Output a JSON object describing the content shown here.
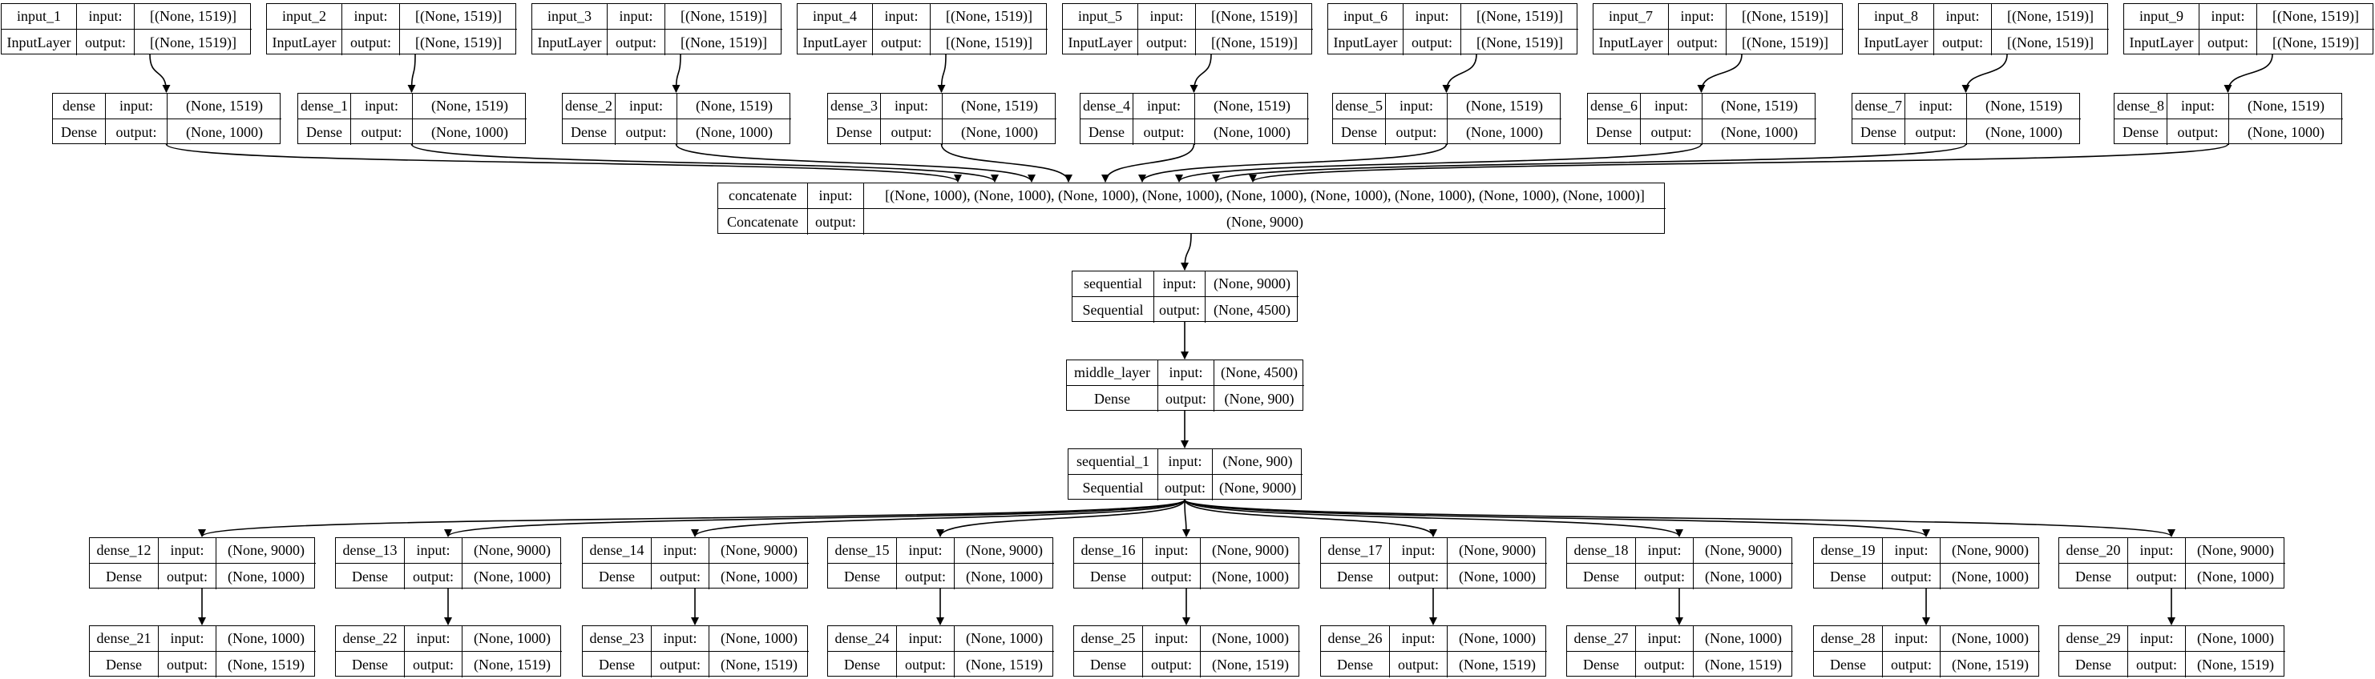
{
  "colors": {
    "background": "#ffffff",
    "stroke": "#000000"
  },
  "row_labels": {
    "input": "input:",
    "output": "output:"
  },
  "nodes": [
    {
      "id": "input_1",
      "name": "input_1",
      "type": "InputLayer",
      "input": "[(None, 1519)]",
      "output": "[(None, 1519)]"
    },
    {
      "id": "input_2",
      "name": "input_2",
      "type": "InputLayer",
      "input": "[(None, 1519)]",
      "output": "[(None, 1519)]"
    },
    {
      "id": "input_3",
      "name": "input_3",
      "type": "InputLayer",
      "input": "[(None, 1519)]",
      "output": "[(None, 1519)]"
    },
    {
      "id": "input_4",
      "name": "input_4",
      "type": "InputLayer",
      "input": "[(None, 1519)]",
      "output": "[(None, 1519)]"
    },
    {
      "id": "input_5",
      "name": "input_5",
      "type": "InputLayer",
      "input": "[(None, 1519)]",
      "output": "[(None, 1519)]"
    },
    {
      "id": "input_6",
      "name": "input_6",
      "type": "InputLayer",
      "input": "[(None, 1519)]",
      "output": "[(None, 1519)]"
    },
    {
      "id": "input_7",
      "name": "input_7",
      "type": "InputLayer",
      "input": "[(None, 1519)]",
      "output": "[(None, 1519)]"
    },
    {
      "id": "input_8",
      "name": "input_8",
      "type": "InputLayer",
      "input": "[(None, 1519)]",
      "output": "[(None, 1519)]"
    },
    {
      "id": "input_9",
      "name": "input_9",
      "type": "InputLayer",
      "input": "[(None, 1519)]",
      "output": "[(None, 1519)]"
    },
    {
      "id": "dense",
      "name": "dense",
      "type": "Dense",
      "input": "(None, 1519)",
      "output": "(None, 1000)"
    },
    {
      "id": "dense_1",
      "name": "dense_1",
      "type": "Dense",
      "input": "(None, 1519)",
      "output": "(None, 1000)"
    },
    {
      "id": "dense_2",
      "name": "dense_2",
      "type": "Dense",
      "input": "(None, 1519)",
      "output": "(None, 1000)"
    },
    {
      "id": "dense_3",
      "name": "dense_3",
      "type": "Dense",
      "input": "(None, 1519)",
      "output": "(None, 1000)"
    },
    {
      "id": "dense_4",
      "name": "dense_4",
      "type": "Dense",
      "input": "(None, 1519)",
      "output": "(None, 1000)"
    },
    {
      "id": "dense_5",
      "name": "dense_5",
      "type": "Dense",
      "input": "(None, 1519)",
      "output": "(None, 1000)"
    },
    {
      "id": "dense_6",
      "name": "dense_6",
      "type": "Dense",
      "input": "(None, 1519)",
      "output": "(None, 1000)"
    },
    {
      "id": "dense_7",
      "name": "dense_7",
      "type": "Dense",
      "input": "(None, 1519)",
      "output": "(None, 1000)"
    },
    {
      "id": "dense_8",
      "name": "dense_8",
      "type": "Dense",
      "input": "(None, 1519)",
      "output": "(None, 1000)"
    },
    {
      "id": "concatenate",
      "name": "concatenate",
      "type": "Concatenate",
      "input": "[(None, 1000), (None, 1000), (None, 1000), (None, 1000), (None, 1000), (None, 1000), (None, 1000), (None, 1000), (None, 1000)]",
      "output": "(None, 9000)"
    },
    {
      "id": "sequential",
      "name": "sequential",
      "type": "Sequential",
      "input": "(None, 9000)",
      "output": "(None, 4500)"
    },
    {
      "id": "middle_layer",
      "name": "middle_layer",
      "type": "Dense",
      "input": "(None, 4500)",
      "output": "(None, 900)"
    },
    {
      "id": "sequential_1",
      "name": "sequential_1",
      "type": "Sequential",
      "input": "(None, 900)",
      "output": "(None, 9000)"
    },
    {
      "id": "dense_12",
      "name": "dense_12",
      "type": "Dense",
      "input": "(None, 9000)",
      "output": "(None, 1000)"
    },
    {
      "id": "dense_13",
      "name": "dense_13",
      "type": "Dense",
      "input": "(None, 9000)",
      "output": "(None, 1000)"
    },
    {
      "id": "dense_14",
      "name": "dense_14",
      "type": "Dense",
      "input": "(None, 9000)",
      "output": "(None, 1000)"
    },
    {
      "id": "dense_15",
      "name": "dense_15",
      "type": "Dense",
      "input": "(None, 9000)",
      "output": "(None, 1000)"
    },
    {
      "id": "dense_16",
      "name": "dense_16",
      "type": "Dense",
      "input": "(None, 9000)",
      "output": "(None, 1000)"
    },
    {
      "id": "dense_17",
      "name": "dense_17",
      "type": "Dense",
      "input": "(None, 9000)",
      "output": "(None, 1000)"
    },
    {
      "id": "dense_18",
      "name": "dense_18",
      "type": "Dense",
      "input": "(None, 9000)",
      "output": "(None, 1000)"
    },
    {
      "id": "dense_19",
      "name": "dense_19",
      "type": "Dense",
      "input": "(None, 9000)",
      "output": "(None, 1000)"
    },
    {
      "id": "dense_20",
      "name": "dense_20",
      "type": "Dense",
      "input": "(None, 9000)",
      "output": "(None, 1000)"
    },
    {
      "id": "dense_21",
      "name": "dense_21",
      "type": "Dense",
      "input": "(None, 1000)",
      "output": "(None, 1519)"
    },
    {
      "id": "dense_22",
      "name": "dense_22",
      "type": "Dense",
      "input": "(None, 1000)",
      "output": "(None, 1519)"
    },
    {
      "id": "dense_23",
      "name": "dense_23",
      "type": "Dense",
      "input": "(None, 1000)",
      "output": "(None, 1519)"
    },
    {
      "id": "dense_24",
      "name": "dense_24",
      "type": "Dense",
      "input": "(None, 1000)",
      "output": "(None, 1519)"
    },
    {
      "id": "dense_25",
      "name": "dense_25",
      "type": "Dense",
      "input": "(None, 1000)",
      "output": "(None, 1519)"
    },
    {
      "id": "dense_26",
      "name": "dense_26",
      "type": "Dense",
      "input": "(None, 1000)",
      "output": "(None, 1519)"
    },
    {
      "id": "dense_27",
      "name": "dense_27",
      "type": "Dense",
      "input": "(None, 1000)",
      "output": "(None, 1519)"
    },
    {
      "id": "dense_28",
      "name": "dense_28",
      "type": "Dense",
      "input": "(None, 1000)",
      "output": "(None, 1519)"
    },
    {
      "id": "dense_29",
      "name": "dense_29",
      "type": "Dense",
      "input": "(None, 1000)",
      "output": "(None, 1519)"
    }
  ],
  "edges": [
    [
      "input_1",
      "dense"
    ],
    [
      "input_2",
      "dense_1"
    ],
    [
      "input_3",
      "dense_2"
    ],
    [
      "input_4",
      "dense_3"
    ],
    [
      "input_5",
      "dense_4"
    ],
    [
      "input_6",
      "dense_5"
    ],
    [
      "input_7",
      "dense_6"
    ],
    [
      "input_8",
      "dense_7"
    ],
    [
      "input_9",
      "dense_8"
    ],
    [
      "dense",
      "concatenate"
    ],
    [
      "dense_1",
      "concatenate"
    ],
    [
      "dense_2",
      "concatenate"
    ],
    [
      "dense_3",
      "concatenate"
    ],
    [
      "dense_4",
      "concatenate"
    ],
    [
      "dense_5",
      "concatenate"
    ],
    [
      "dense_6",
      "concatenate"
    ],
    [
      "dense_7",
      "concatenate"
    ],
    [
      "dense_8",
      "concatenate"
    ],
    [
      "concatenate",
      "sequential"
    ],
    [
      "sequential",
      "middle_layer"
    ],
    [
      "middle_layer",
      "sequential_1"
    ],
    [
      "sequential_1",
      "dense_12"
    ],
    [
      "sequential_1",
      "dense_13"
    ],
    [
      "sequential_1",
      "dense_14"
    ],
    [
      "sequential_1",
      "dense_15"
    ],
    [
      "sequential_1",
      "dense_16"
    ],
    [
      "sequential_1",
      "dense_17"
    ],
    [
      "sequential_1",
      "dense_18"
    ],
    [
      "sequential_1",
      "dense_19"
    ],
    [
      "sequential_1",
      "dense_20"
    ],
    [
      "dense_12",
      "dense_21"
    ],
    [
      "dense_13",
      "dense_22"
    ],
    [
      "dense_14",
      "dense_23"
    ],
    [
      "dense_15",
      "dense_24"
    ],
    [
      "dense_16",
      "dense_25"
    ],
    [
      "dense_17",
      "dense_26"
    ],
    [
      "dense_18",
      "dense_27"
    ],
    [
      "dense_19",
      "dense_28"
    ],
    [
      "dense_20",
      "dense_29"
    ]
  ]
}
